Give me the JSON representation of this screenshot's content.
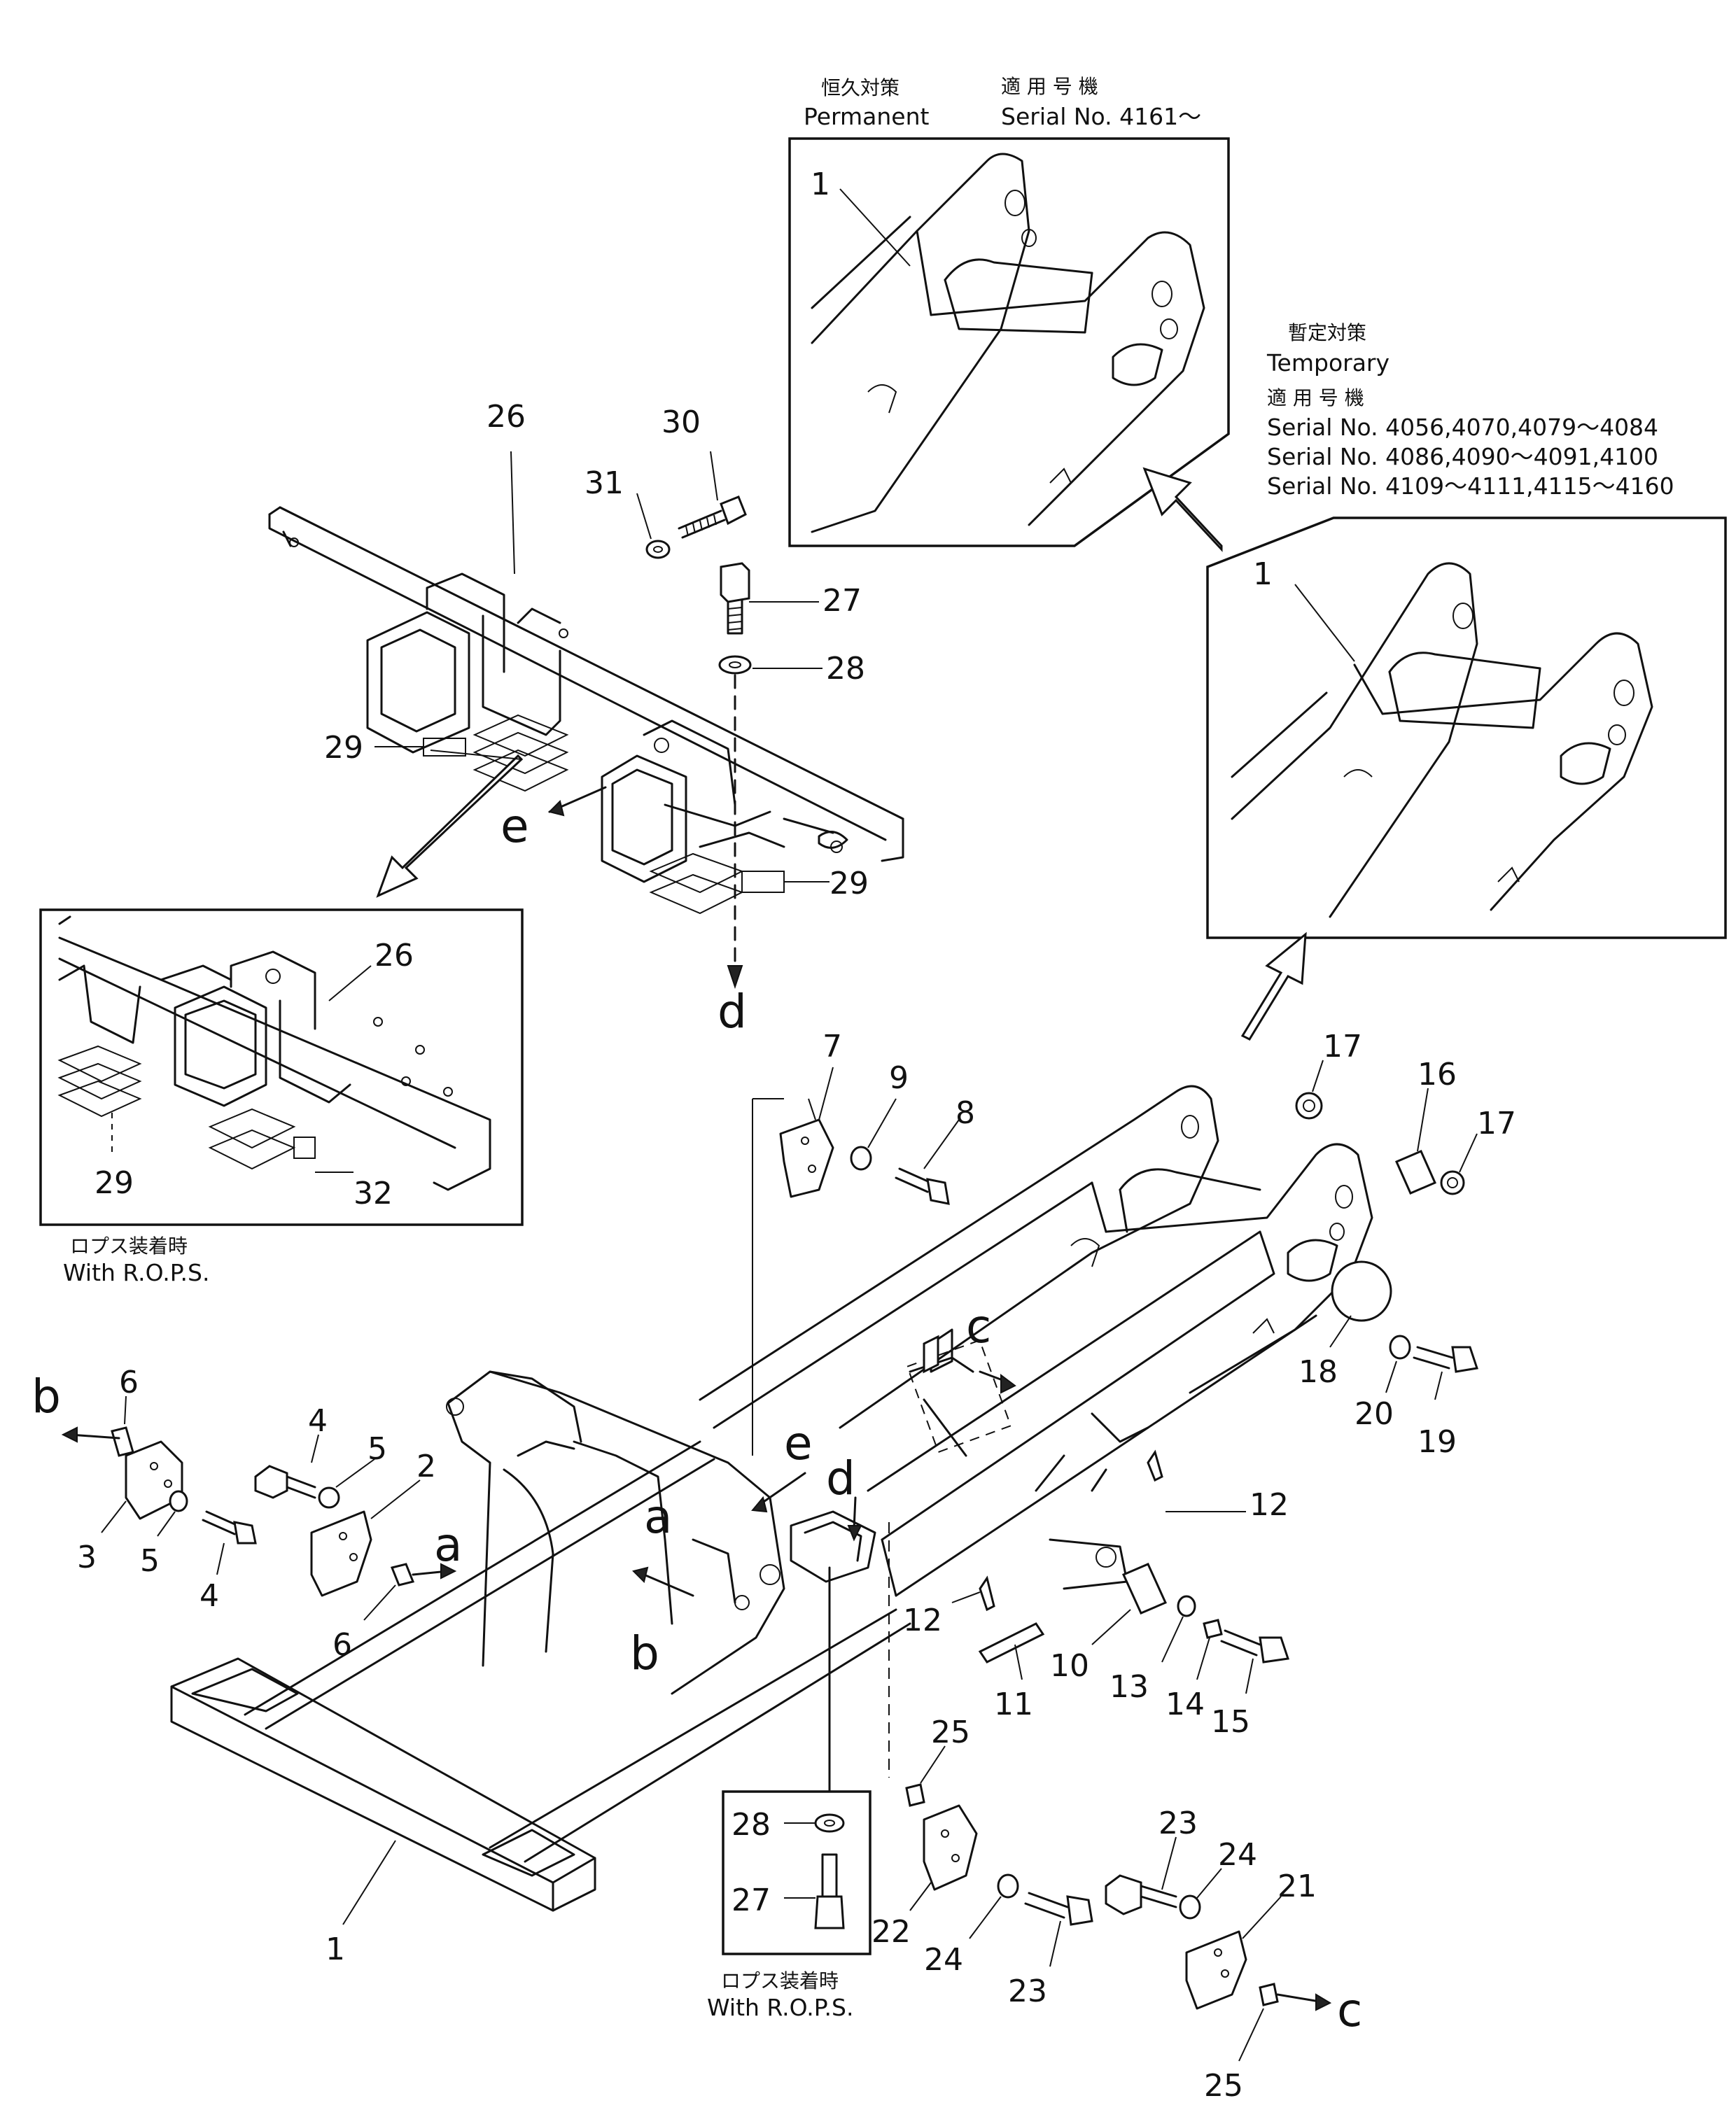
{
  "notes": {
    "permanent_jp": "恒久対策",
    "permanent_en": "Permanent",
    "serial_jp_1": "適 用 号 機",
    "serial_permanent": "Serial No. 4161〜",
    "temporary_jp": "暫定対策",
    "temporary_en": "Temporary",
    "serial_jp_2": "適 用 号 機",
    "serial_temp_1": "Serial No. 4056,4070,4079〜4084",
    "serial_temp_2": "Serial No. 4086,4090〜4091,4100",
    "serial_temp_3": "Serial No. 4109〜4111,4115〜4160",
    "rops_jp_1": "ロプス装着時",
    "rops_en_1": "With R.O.P.S.",
    "rops_jp_2": "ロプス装着時",
    "rops_en_2": "With R.O.P.S."
  },
  "callouts": {
    "p1_perm": "1",
    "p1_temp": "1",
    "p1_main": "1",
    "p2": "2",
    "p3": "3",
    "p4a": "4",
    "p4b": "4",
    "p5a": "5",
    "p5b": "5",
    "p6a": "6",
    "p6b": "6",
    "p7": "7",
    "p8": "8",
    "p9": "9",
    "p10": "10",
    "p11": "11",
    "p12a": "12",
    "p12b": "12",
    "p13": "13",
    "p14": "14",
    "p15": "15",
    "p16": "16",
    "p17a": "17",
    "p17b": "17",
    "p18": "18",
    "p19": "19",
    "p20": "20",
    "p21": "21",
    "p22": "22",
    "p23a": "23",
    "p23b": "23",
    "p24a": "24",
    "p24b": "24",
    "p25a": "25",
    "p25b": "25",
    "p26a": "26",
    "p26b": "26",
    "p27a": "27",
    "p27b": "27",
    "p28a": "28",
    "p28b": "28",
    "p29a": "29",
    "p29b": "29",
    "p29c": "29",
    "p30": "30",
    "p31": "31",
    "p32": "32"
  },
  "refs": {
    "a1": "a",
    "a2": "a",
    "b1": "b",
    "b2": "b",
    "c1": "c",
    "c2": "c",
    "d1": "d",
    "d2": "d",
    "e1": "e",
    "e2": "e"
  }
}
